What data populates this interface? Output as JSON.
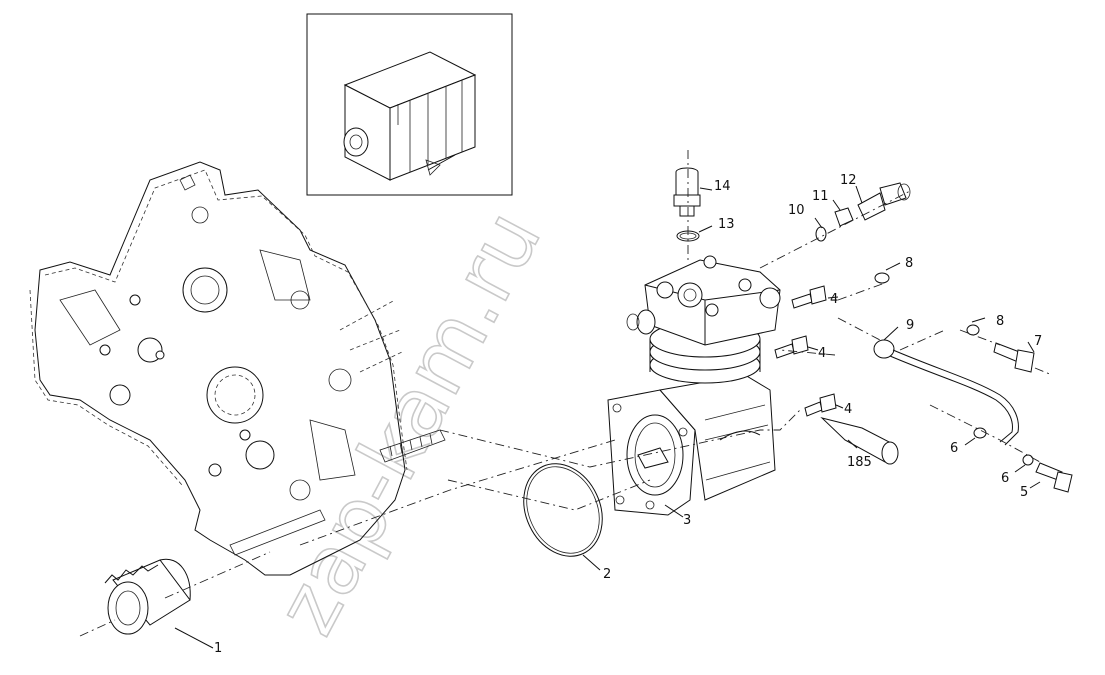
{
  "watermark": "zap-kam.ru",
  "callouts": {
    "c1": "1",
    "c2": "2",
    "c3": "3",
    "c4a": "4",
    "c4b": "4",
    "c4c": "4",
    "c5": "5",
    "c6a": "6",
    "c6b": "6",
    "c7": "7",
    "c8a": "8",
    "c8b": "8",
    "c9": "9",
    "c10": "10",
    "c11": "11",
    "c12": "12",
    "c13": "13",
    "c14": "14",
    "c185": "185"
  }
}
